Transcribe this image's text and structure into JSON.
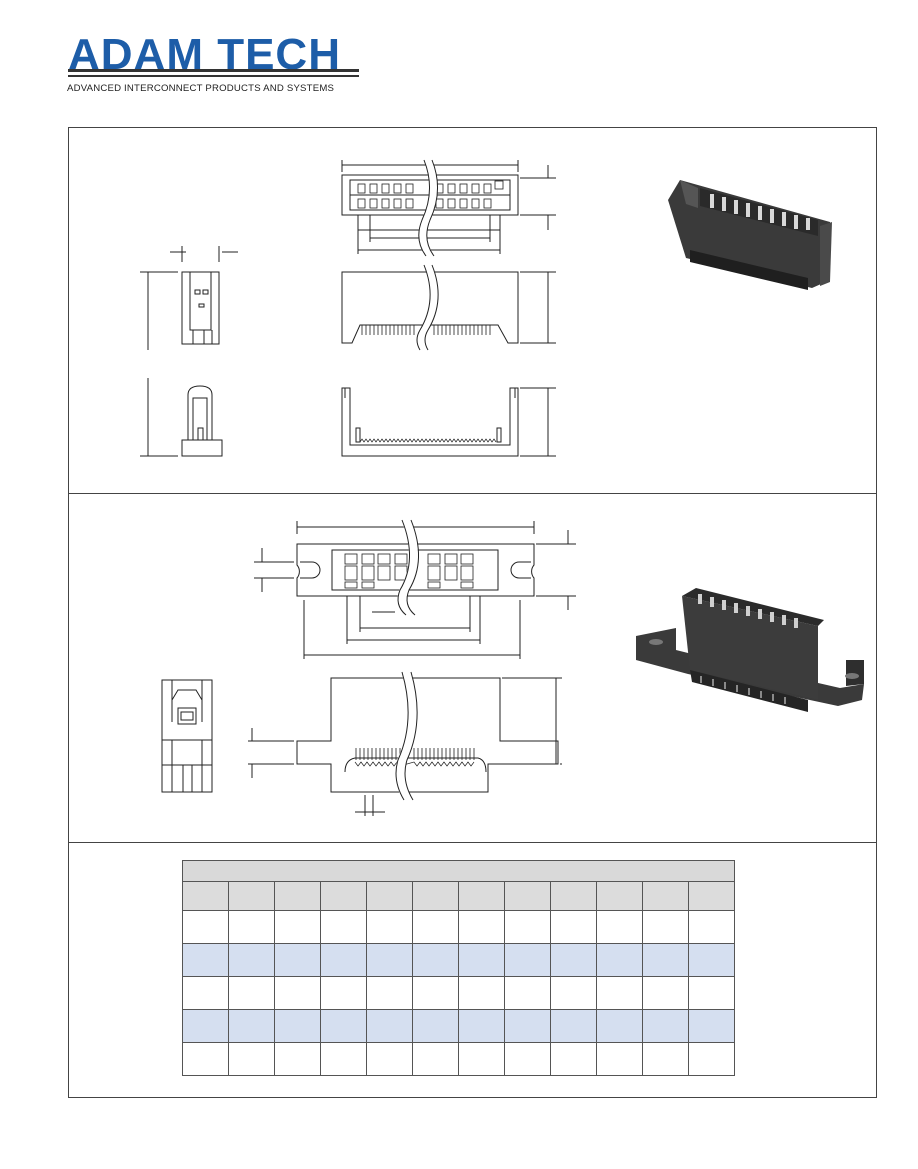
{
  "brand": {
    "name": "ADAM TECH",
    "tagline": "ADVANCED INTERCONNECT PRODUCTS AND SYSTEMS",
    "color": "#1d5da8"
  },
  "sections": [
    {
      "name": "upper-drawing-panel",
      "photo_icon": "connector-photo-icon"
    },
    {
      "name": "lower-drawing-panel",
      "photo_icon": "flanged-connector-photo-icon"
    }
  ],
  "table": {
    "title": "",
    "header_cells": [
      "",
      "",
      "",
      "",
      "",
      "",
      "",
      "",
      "",
      "",
      "",
      ""
    ],
    "rows": [
      {
        "style": "plain",
        "cells": [
          "",
          "",
          "",
          "",
          "",
          "",
          "",
          "",
          "",
          "",
          "",
          ""
        ]
      },
      {
        "style": "shade",
        "cells": [
          "",
          "",
          "",
          "",
          "",
          "",
          "",
          "",
          "",
          "",
          "",
          ""
        ]
      },
      {
        "style": "plain",
        "cells": [
          "",
          "",
          "",
          "",
          "",
          "",
          "",
          "",
          "",
          "",
          "",
          ""
        ]
      },
      {
        "style": "shade",
        "cells": [
          "",
          "",
          "",
          "",
          "",
          "",
          "",
          "",
          "",
          "",
          "",
          ""
        ]
      },
      {
        "style": "plain",
        "cells": [
          "",
          "",
          "",
          "",
          "",
          "",
          "",
          "",
          "",
          "",
          "",
          ""
        ]
      }
    ],
    "shade_color": "#d5dff0",
    "header_color": "#dcdcdc"
  }
}
